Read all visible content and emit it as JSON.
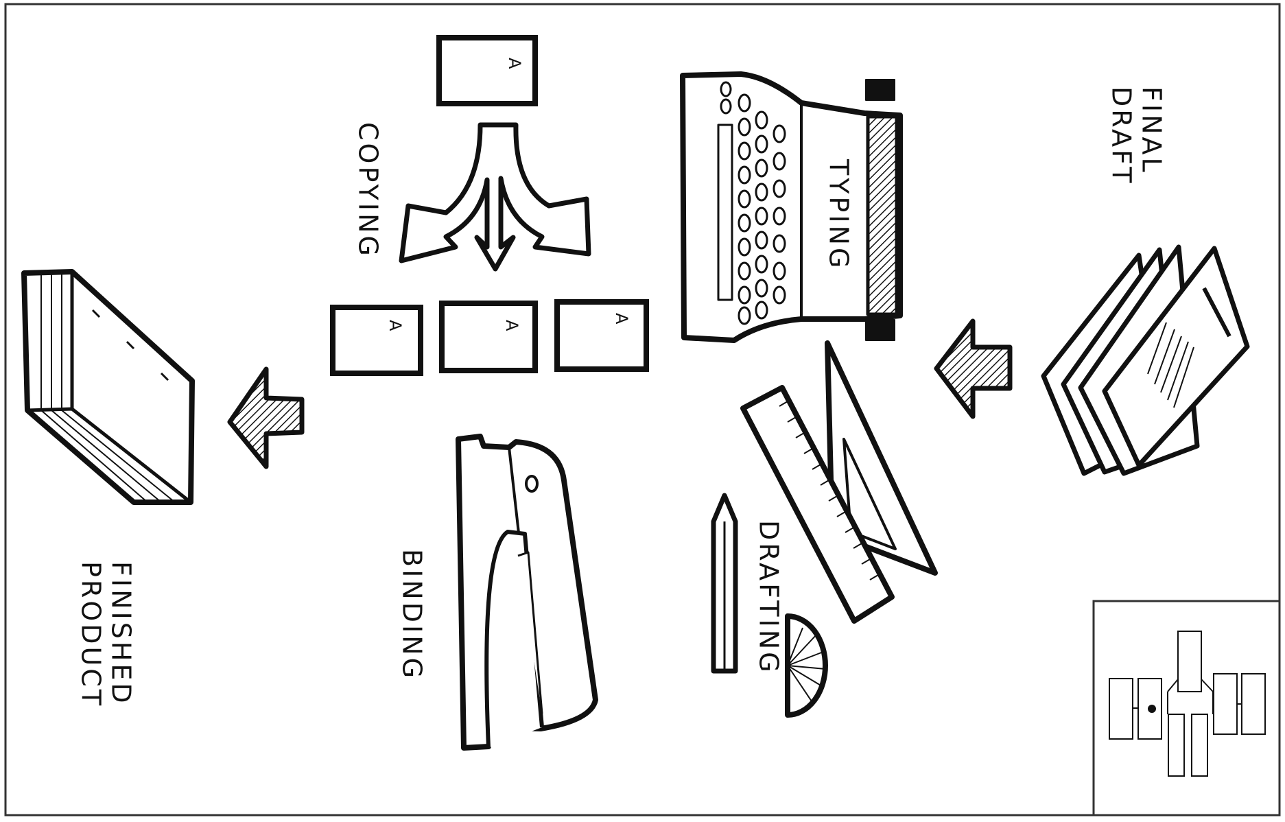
{
  "labels": {
    "final_draft": "FINAL\nDRAFT",
    "typing": "TYPING",
    "copying": "COPYING",
    "drafting": "DRAFTING",
    "binding": "BINDING",
    "finished_product": "FINISHED\nPRODUCT"
  },
  "copy_letter": "A",
  "colors": {
    "ink": "#111111",
    "paper": "#ffffff"
  }
}
